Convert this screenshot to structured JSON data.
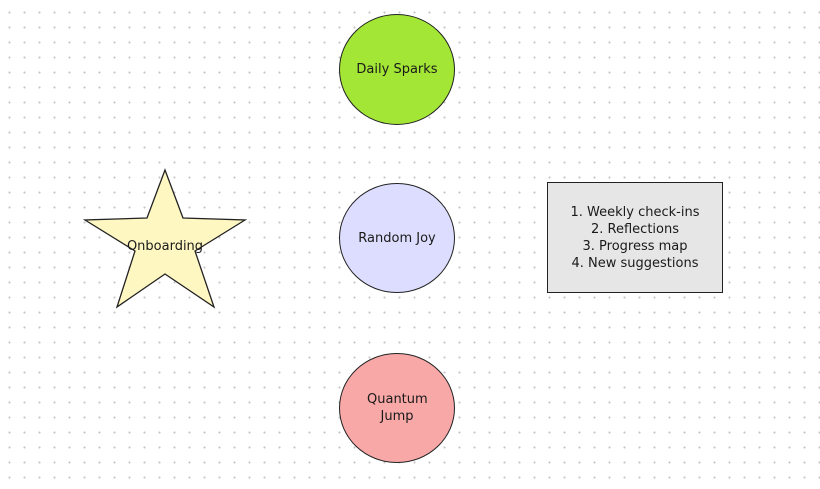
{
  "colors": {
    "daily_sparks_fill": "#a3e635",
    "random_joy_fill": "#ddddff",
    "quantum_jump_fill": "#f9a8a8",
    "onboarding_fill": "#fff7c2",
    "list_fill": "#e6e6e6",
    "stroke": "#222222"
  },
  "nodes": {
    "daily_sparks": {
      "shape": "circle",
      "label": "Daily Sparks"
    },
    "random_joy": {
      "shape": "circle",
      "label": "Random Joy"
    },
    "quantum_jump": {
      "shape": "circle",
      "label_lines": [
        "Quantum",
        "Jump"
      ]
    },
    "onboarding": {
      "shape": "star",
      "label": "Onboarding"
    },
    "feature_list": {
      "shape": "rectangle",
      "items": [
        "1. Weekly check-ins",
        "2. Reflections",
        "3. Progress map",
        "4. New suggestions"
      ]
    }
  }
}
